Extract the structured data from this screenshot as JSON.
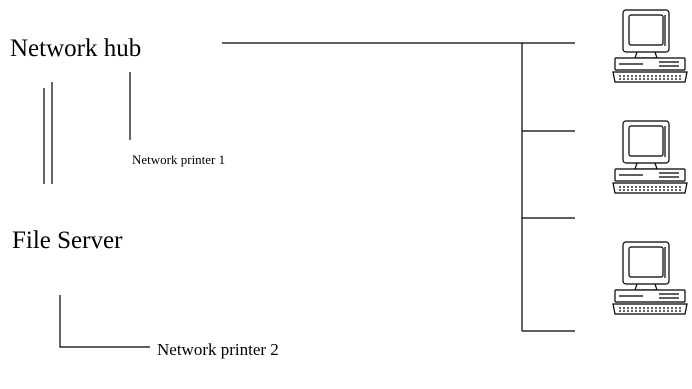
{
  "labels": {
    "hub": "Network hub",
    "printer1": "Network printer 1",
    "server": "File Server",
    "printer2": "Network printer 2"
  },
  "workstations": [
    {
      "icon": "computer-workstation-icon"
    },
    {
      "icon": "computer-workstation-icon"
    },
    {
      "icon": "computer-workstation-icon"
    }
  ]
}
